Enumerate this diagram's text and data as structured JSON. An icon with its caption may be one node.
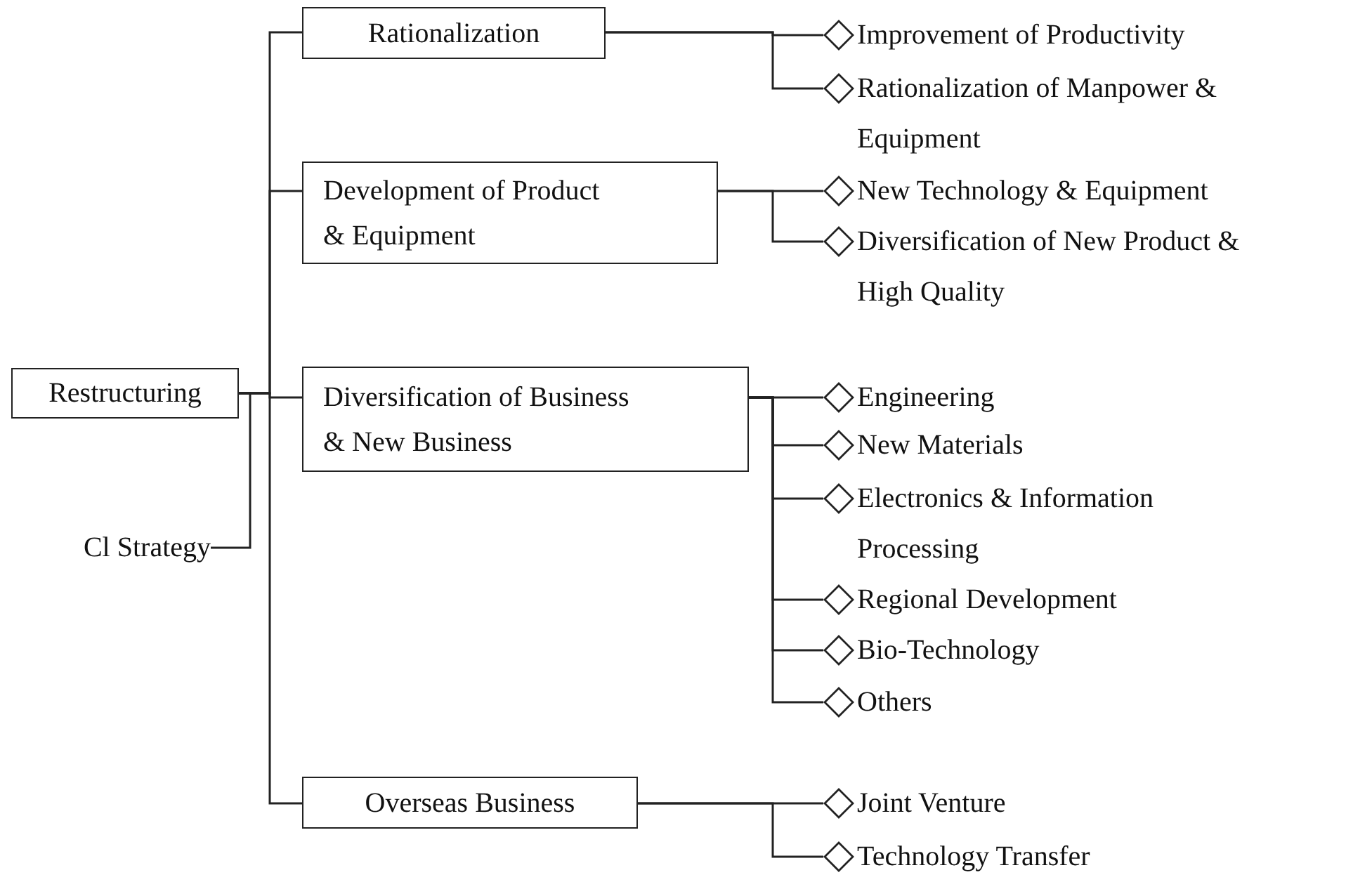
{
  "diagram": {
    "nodes": [
      {
        "text": [
          "Restructuring"
        ]
      },
      {
        "text": [
          "Rationalization"
        ]
      },
      {
        "text": [
          "Development of Product & Equipment"
        ]
      },
      {
        "text": [
          "Diversification of Business & New Business"
        ]
      },
      {
        "text": [
          "Overseas Business"
        ]
      },
      {
        "text": [
          "Cl Strategy"
        ]
      },
      {
        "text": [
          "Improvement of Productivity"
        ]
      },
      {
        "text": [
          "Rationalization of Manpower & Equipment"
        ]
      },
      {
        "text": [
          "New Technology & Equipment"
        ]
      },
      {
        "text": [
          "Diversification of New Product & High Quality"
        ]
      },
      {
        "text": [
          "Engineering"
        ]
      },
      {
        "text": [
          "New Materials"
        ]
      },
      {
        "text": [
          "Electronics & Information Processing"
        ]
      },
      {
        "text": [
          "Regional Development"
        ]
      },
      {
        "text": [
          "Bio-Technology"
        ]
      },
      {
        "text": [
          "Others"
        ]
      },
      {
        "text": [
          "Joint Venture"
        ]
      },
      {
        "text": [
          "Technology Transfer"
        ]
      }
    ],
    "edges": [
      {
        "from": 0,
        "to": 1,
        "arrow": "none"
      },
      {
        "from": 0,
        "to": 2,
        "arrow": "none"
      },
      {
        "from": 0,
        "to": 3,
        "arrow": "none"
      },
      {
        "from": 0,
        "to": 4,
        "arrow": "none"
      },
      {
        "from": 5,
        "to": 0,
        "arrow": "none"
      },
      {
        "from": 1,
        "to": 6,
        "arrow": "none"
      },
      {
        "from": 1,
        "to": 7,
        "arrow": "none"
      },
      {
        "from": 2,
        "to": 8,
        "arrow": "none"
      },
      {
        "from": 2,
        "to": 9,
        "arrow": "none"
      },
      {
        "from": 3,
        "to": 10,
        "arrow": "none"
      },
      {
        "from": 3,
        "to": 11,
        "arrow": "none"
      },
      {
        "from": 3,
        "to": 12,
        "arrow": "none"
      },
      {
        "from": 3,
        "to": 13,
        "arrow": "none"
      },
      {
        "from": 3,
        "to": 14,
        "arrow": "none"
      },
      {
        "from": 3,
        "to": 15,
        "arrow": "none"
      },
      {
        "from": 4,
        "to": 16,
        "arrow": "none"
      },
      {
        "from": 4,
        "to": 17,
        "arrow": "none"
      }
    ]
  }
}
